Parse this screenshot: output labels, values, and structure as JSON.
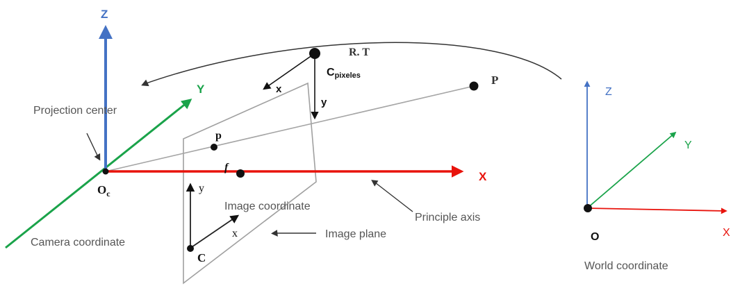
{
  "colors": {
    "z_axis": "#4472c4",
    "y_axis": "#1aa34a",
    "x_axis": "#e8130c",
    "sketch": "#555555",
    "ink": "#111111",
    "gray_line": "#9a9a9a"
  },
  "camera": {
    "z_label": "Z",
    "y_label": "Y",
    "x_label": "X",
    "origin_label": "O",
    "origin_subscript": "c",
    "projection_center_label": "Projection center",
    "camera_coordinate_label": "Camera coordinate"
  },
  "image_plane": {
    "point_p_label": "p",
    "focal_label": "f",
    "image_coordinate_label": "Image coordinate",
    "image_plane_label": "Image plane",
    "principle_axis_label": "Principle axis",
    "corner_label": "C",
    "corner_x_label": "x",
    "corner_y_label": "y"
  },
  "pixel_frame": {
    "label": "C",
    "subscript": "pixeles",
    "x_label": "x",
    "y_label": "y",
    "rt_label": "R. T"
  },
  "world_point": {
    "label": "P"
  },
  "world": {
    "z_label": "Z",
    "y_label": "Y",
    "x_label": "X",
    "origin_label": "O",
    "world_coordinate_label": "World coordinate"
  }
}
